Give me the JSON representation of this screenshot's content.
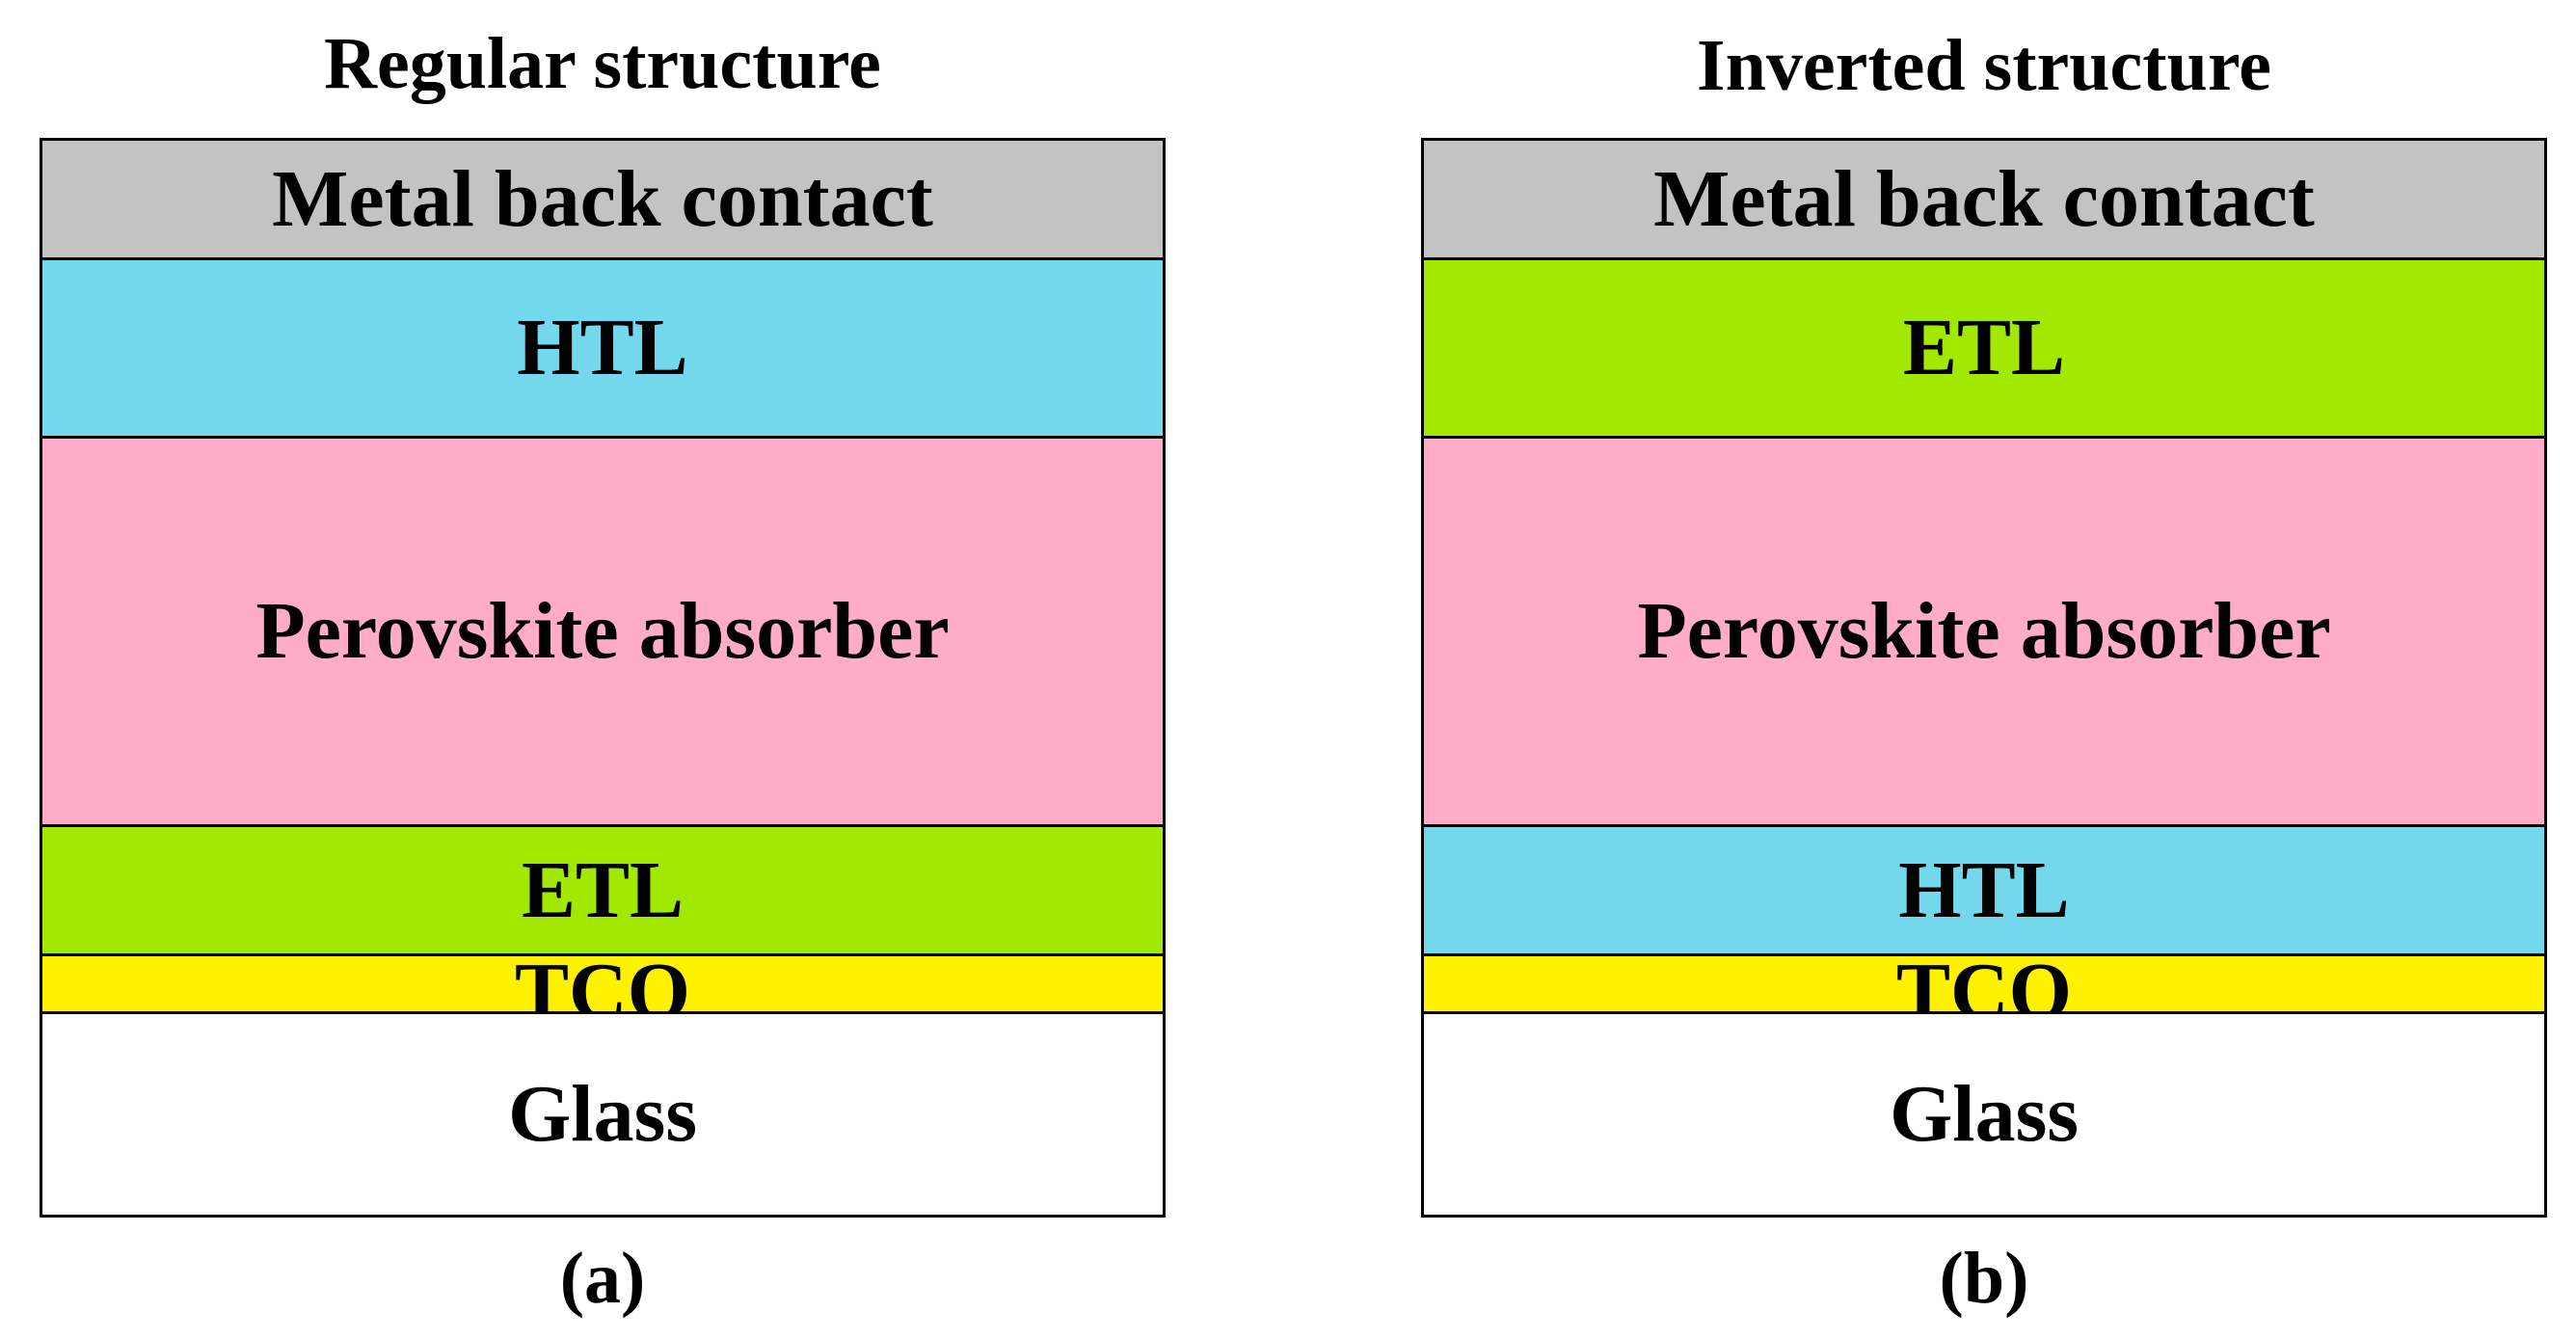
{
  "panels": [
    {
      "title": "Regular structure",
      "caption": "(a)",
      "layers": [
        {
          "label": "Metal back contact",
          "color": "#c3c3c3"
        },
        {
          "label": "HTL",
          "color": "#73d8ec"
        },
        {
          "label": "Perovskite absorber",
          "color": "#ffacc9"
        },
        {
          "label": "ETL",
          "color": "#a3e800"
        },
        {
          "label": "TCO",
          "color": "#fff200"
        },
        {
          "label": "Glass",
          "color": "#ffffff"
        }
      ]
    },
    {
      "title": "Inverted structure",
      "caption": "(b)",
      "layers": [
        {
          "label": "Metal back contact",
          "color": "#c3c3c3"
        },
        {
          "label": "ETL",
          "color": "#a3e800"
        },
        {
          "label": "Perovskite absorber",
          "color": "#ffacc9"
        },
        {
          "label": "HTL",
          "color": "#73d8ec"
        },
        {
          "label": "TCO",
          "color": "#fff200"
        },
        {
          "label": "Glass",
          "color": "#ffffff"
        }
      ]
    }
  ]
}
